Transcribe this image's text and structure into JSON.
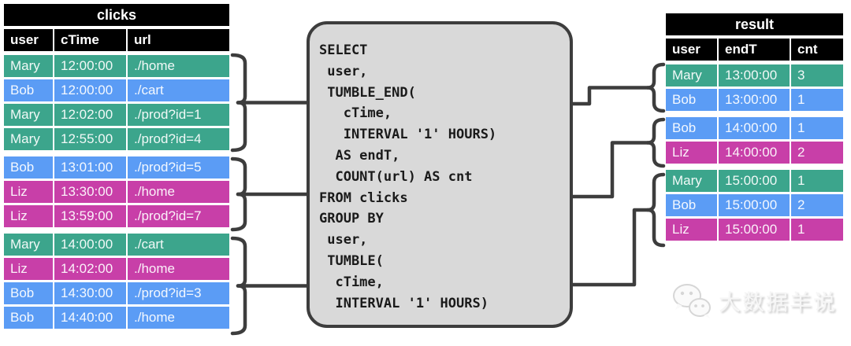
{
  "clicks_table": {
    "title": "clicks",
    "columns": [
      "user",
      "cTime",
      "url"
    ],
    "groups": [
      {
        "rows": [
          {
            "cells": [
              "Mary",
              "12:00:00",
              "./home"
            ],
            "color": "teal"
          },
          {
            "cells": [
              "Bob",
              "12:00:00",
              "./cart"
            ],
            "color": "blue"
          },
          {
            "cells": [
              "Mary",
              "12:02:00",
              "./prod?id=1"
            ],
            "color": "teal"
          },
          {
            "cells": [
              "Mary",
              "12:55:00",
              "./prod?id=4"
            ],
            "color": "teal"
          }
        ]
      },
      {
        "rows": [
          {
            "cells": [
              "Bob",
              "13:01:00",
              "./prod?id=5"
            ],
            "color": "blue"
          },
          {
            "cells": [
              "Liz",
              "13:30:00",
              "./home"
            ],
            "color": "magenta"
          },
          {
            "cells": [
              "Liz",
              "13:59:00",
              "./prod?id=7"
            ],
            "color": "magenta"
          }
        ]
      },
      {
        "rows": [
          {
            "cells": [
              "Mary",
              "14:00:00",
              "./cart"
            ],
            "color": "teal"
          },
          {
            "cells": [
              "Liz",
              "14:02:00",
              "./home"
            ],
            "color": "magenta"
          },
          {
            "cells": [
              "Bob",
              "14:30:00",
              "./prod?id=3"
            ],
            "color": "blue"
          },
          {
            "cells": [
              "Bob",
              "14:40:00",
              "./home"
            ],
            "color": "blue"
          }
        ]
      }
    ]
  },
  "sql_panel": {
    "code": "SELECT\n user,\n TUMBLE_END(\n   cTime,\n   INTERVAL '1' HOURS)\n  AS endT,\n  COUNT(url) AS cnt\nFROM clicks\nGROUP BY\n user,\n TUMBLE(\n  cTime,\n  INTERVAL '1' HOURS)"
  },
  "result_table": {
    "title": "result",
    "columns": [
      "user",
      "endT",
      "cnt"
    ],
    "groups": [
      {
        "rows": [
          {
            "cells": [
              "Mary",
              "13:00:00",
              "3"
            ],
            "color": "teal"
          },
          {
            "cells": [
              "Bob",
              "13:00:00",
              "1"
            ],
            "color": "blue"
          }
        ]
      },
      {
        "rows": [
          {
            "cells": [
              "Bob",
              "14:00:00",
              "1"
            ],
            "color": "blue"
          },
          {
            "cells": [
              "Liz",
              "14:00:00",
              "2"
            ],
            "color": "magenta"
          }
        ]
      },
      {
        "rows": [
          {
            "cells": [
              "Mary",
              "15:00:00",
              "1"
            ],
            "color": "teal"
          },
          {
            "cells": [
              "Bob",
              "15:00:00",
              "2"
            ],
            "color": "blue"
          },
          {
            "cells": [
              "Liz",
              "15:00:00",
              "1"
            ],
            "color": "magenta"
          }
        ]
      }
    ]
  },
  "watermark": {
    "text": "大数据羊说"
  },
  "colors": {
    "teal": "#3CA58C",
    "blue": "#5B9CF5",
    "magenta": "#C83FA8",
    "line": "#3d3d3d",
    "header_bg": "#000000",
    "sql_box_bg": "#d9d9d9"
  }
}
